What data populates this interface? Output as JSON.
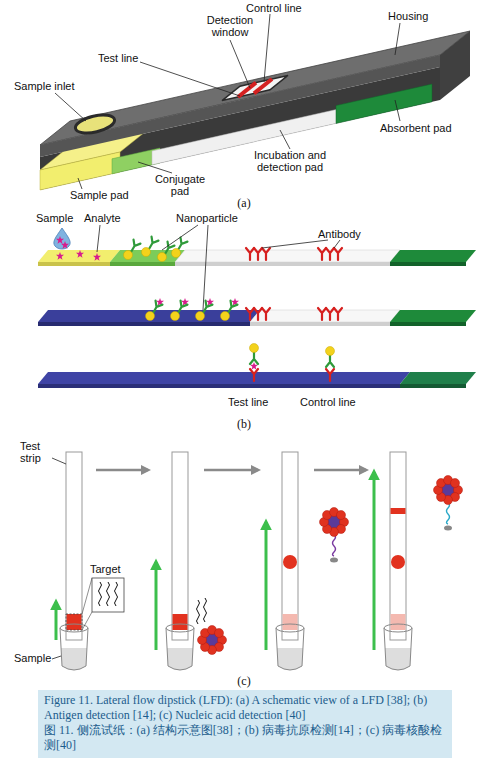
{
  "diagram": {
    "caption": "Figure 11. Lateral flow dipstick (LFD): (a) A schematic view of a LFD [38]; (b) Antigen detection [14]; (c) Nucleic acid detection [40]",
    "labels": [
      "Detection window",
      "Control line",
      "Housing",
      "Test line",
      "Sample inlet",
      "Absorbent pad",
      "Sample pad",
      "Conjugate pad",
      "Incubation and detection pad",
      "(a)",
      "Sample",
      "Analyte",
      "Nanoparticle",
      "Antibody",
      "Test line",
      "Control line",
      "(b)",
      "Test strip",
      "Target",
      "Sample",
      "(c)",
      "图 11. 侧流试纸：(a) 结构示意图[38]；(b) 病毒抗原检测[14]；(c) 病毒核酸检测[40]"
    ]
  }
}
